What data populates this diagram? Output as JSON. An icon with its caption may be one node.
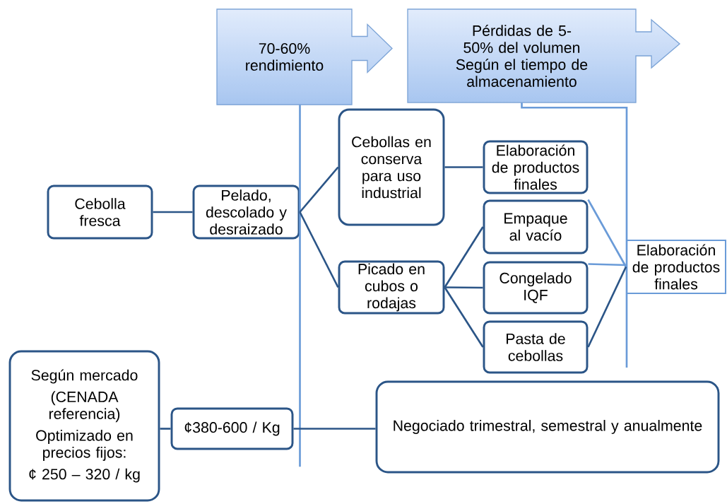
{
  "diagram": {
    "nodes": [
      {
        "text": [
          "70-60% rendimiento"
        ]
      },
      {
        "text": [
          "Pérdidas de 5-50% del volumen",
          "Según el tiempo de almacenamiento"
        ]
      },
      {
        "text": [
          "Cebolla fresca"
        ]
      },
      {
        "text": [
          "Pelado, descolado y desraizado"
        ]
      },
      {
        "text": [
          "Cebollas en conserva para uso industrial"
        ]
      },
      {
        "text": [
          "Elaboración de productos finales"
        ]
      },
      {
        "text": [
          "Empaque al vacío"
        ]
      },
      {
        "text": [
          "Picado en cubos o rodajas"
        ]
      },
      {
        "text": [
          "Congelado IQF"
        ]
      },
      {
        "text": [
          "Pasta de cebollas"
        ]
      },
      {
        "text": [
          "Elaboración de productos finales"
        ]
      },
      {
        "text": [
          "Según mercado",
          "(CENADA referencia)",
          "Optimizado en precios fijos:",
          "¢ 250 – 320 / kg"
        ]
      },
      {
        "text": [
          "¢380-600 / Kg"
        ]
      },
      {
        "text": [
          "Negociado trimestral, semestral y anualmente"
        ]
      }
    ],
    "edges": [
      {
        "from": 0,
        "to": null,
        "arrow": "none",
        "color": "#6a9bd8"
      },
      {
        "from": 1,
        "to": null,
        "arrow": "none",
        "color": "#6a9bd8"
      },
      {
        "from": 2,
        "to": 3,
        "arrow": "none"
      },
      {
        "from": 3,
        "to": 4,
        "arrow": "none"
      },
      {
        "from": 3,
        "to": 7,
        "arrow": "none"
      },
      {
        "from": 4,
        "to": 5,
        "arrow": "none"
      },
      {
        "from": 7,
        "to": 6,
        "arrow": "none"
      },
      {
        "from": 7,
        "to": 8,
        "arrow": "none"
      },
      {
        "from": 7,
        "to": 9,
        "arrow": "none"
      },
      {
        "from": 6,
        "to": 10,
        "arrow": "none",
        "color": "#6a9bd8"
      },
      {
        "from": 8,
        "to": 10,
        "arrow": "none",
        "color": "#6a9bd8"
      },
      {
        "from": 9,
        "to": 10,
        "arrow": "none"
      },
      {
        "from": 11,
        "to": 12,
        "arrow": "none"
      },
      {
        "from": 12,
        "to": 13,
        "arrow": "none"
      }
    ]
  }
}
